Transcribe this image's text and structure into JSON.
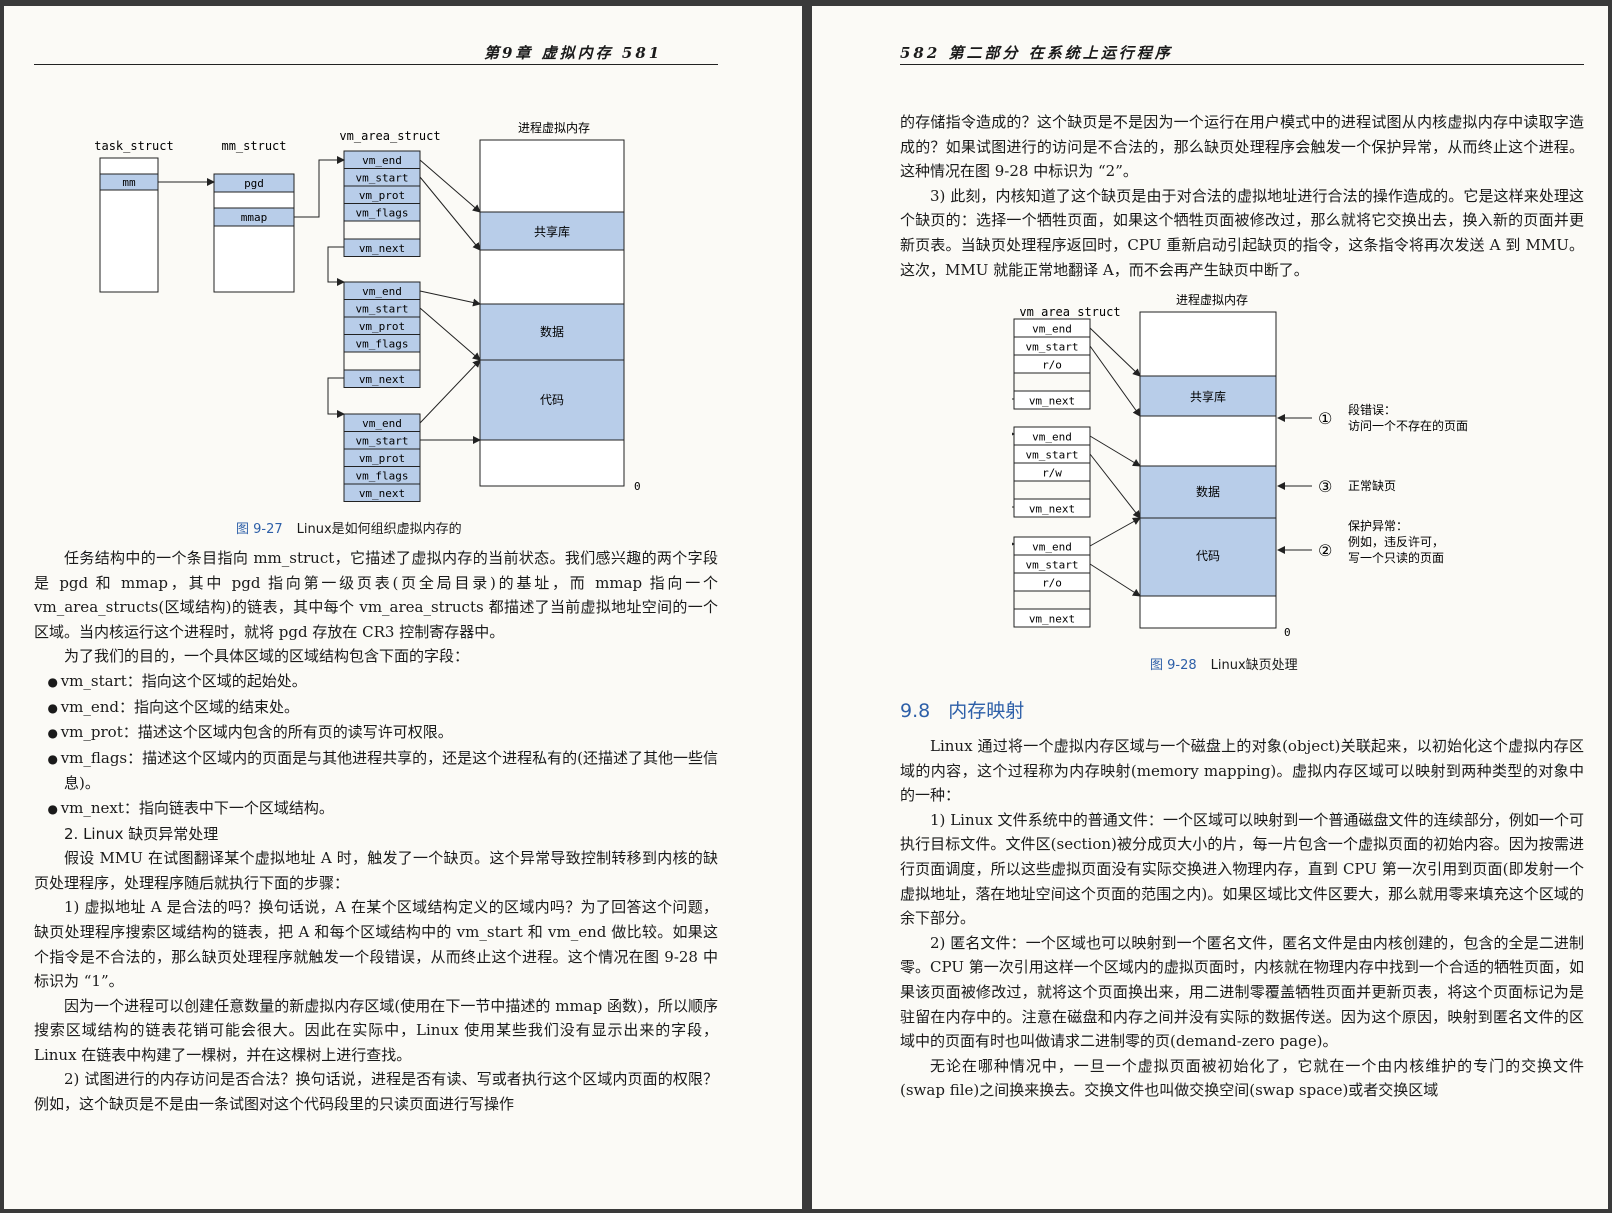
{
  "left_page": {
    "running_head": "第9章  虚拟内存   581",
    "figure": {
      "task_struct_label": "task_struct",
      "mm_struct_label": "mm_struct",
      "vm_area_struct_label": "vm_area_struct",
      "memory_label": "进程虚拟内存",
      "mm_field": "mm",
      "pgd_field": "pgd",
      "mmap_field": "mmap",
      "area_fields": [
        "vm_end",
        "vm_start",
        "vm_prot",
        "vm_flags",
        "vm_next"
      ],
      "segments": [
        "共享库",
        "数据",
        "代码"
      ],
      "zero_label": "0",
      "caption_number": "图 9-27",
      "caption_text": "Linux是如何组织虚拟内存的"
    },
    "paragraphs": [
      "任务结构中的一个条目指向 mm_struct，它描述了虚拟内存的当前状态。我们感兴趣的两个字段是 pgd 和 mmap，其中 pgd 指向第一级页表(页全局目录)的基址，而 mmap 指向一个 vm_area_structs(区域结构)的链表，其中每个 vm_area_structs 都描述了当前虚拟地址空间的一个区域。当内核运行这个进程时，就将 pgd 存放在 CR3 控制寄存器中。",
      "为了我们的目的，一个具体区域的区域结构包含下面的字段："
    ],
    "bullets": [
      "vm_start：指向这个区域的起始处。",
      "vm_end：指向这个区域的结束处。",
      "vm_prot：描述这个区域内包含的所有页的读写许可权限。",
      "vm_flags：描述这个区域内的页面是与其他进程共享的，还是这个进程私有的(还描述了其他一些信息)。",
      "vm_next：指向链表中下一个区域结构。"
    ],
    "subheading": "2. Linux 缺页异常处理",
    "paragraphs2": [
      "假设 MMU 在试图翻译某个虚拟地址 A 时，触发了一个缺页。这个异常导致控制转移到内核的缺页处理程序，处理程序随后就执行下面的步骤：",
      "1) 虚拟地址 A 是合法的吗？换句话说，A 在某个区域结构定义的区域内吗？为了回答这个问题，缺页处理程序搜索区域结构的链表，把 A 和每个区域结构中的 vm_start 和 vm_end 做比较。如果这个指令是不合法的，那么缺页处理程序就触发一个段错误，从而终止这个进程。这个情况在图 9-28 中标识为 “1”。",
      "因为一个进程可以创建任意数量的新虚拟内存区域(使用在下一节中描述的 mmap 函数)，所以顺序搜索区域结构的链表花销可能会很大。因此在实际中，Linux 使用某些我们没有显示出来的字段，Linux 在链表中构建了一棵树，并在这棵树上进行查找。",
      "2) 试图进行的内存访问是否合法？换句话说，进程是否有读、写或者执行这个区域内页面的权限？例如，这个缺页是不是由一条试图对这个代码段里的只读页面进行写操作"
    ]
  },
  "right_page": {
    "running_head": "582   第二部分  在系统上运行程序",
    "paragraphs": [
      "的存储指令造成的？这个缺页是不是因为一个运行在用户模式中的进程试图从内核虚拟内存中读取字造成的？如果试图进行的访问是不合法的，那么缺页处理程序会触发一个保护异常，从而终止这个进程。这种情况在图 9-28 中标识为 “2”。",
      "3) 此刻，内核知道了这个缺页是由于对合法的虚拟地址进行合法的操作造成的。它是这样来处理这个缺页的：选择一个牺牲页面，如果这个牺牲页面被修改过，那么就将它交换出去，换入新的页面并更新页表。当缺页处理程序返回时，CPU 重新启动引起缺页的指令，这条指令将再次发送 A 到 MMU。这次，MMU 就能正常地翻译 A，而不会再产生缺页中断了。"
    ],
    "figure": {
      "vm_area_struct_label": "vm_area_struct",
      "memory_label": "进程虚拟内存",
      "area1_fields": [
        "vm_end",
        "vm_start",
        "r/o",
        "vm_next"
      ],
      "area2_fields": [
        "vm_end",
        "vm_start",
        "r/w",
        "vm_next"
      ],
      "area3_fields": [
        "vm_end",
        "vm_start",
        "r/o",
        "vm_next"
      ],
      "segments": [
        "共享库",
        "数据",
        "代码"
      ],
      "zero_label": "0",
      "note1_num": "①",
      "note1_line1": "段错误：",
      "note1_line2": "访问一个不存在的页面",
      "note3_num": "③",
      "note3_line1": "正常缺页",
      "note2_num": "②",
      "note2_line1": "保护异常：",
      "note2_line2": "例如，违反许可，",
      "note2_line3": "写一个只读的页面",
      "caption_number": "图 9-28",
      "caption_text": "Linux缺页处理"
    },
    "section_number": "9.8",
    "section_title": "内存映射",
    "paragraphs2": [
      "Linux 通过将一个虚拟内存区域与一个磁盘上的对象(object)关联起来，以初始化这个虚拟内存区域的内容，这个过程称为内存映射(memory mapping)。虚拟内存区域可以映射到两种类型的对象中的一种：",
      "1) Linux 文件系统中的普通文件：一个区域可以映射到一个普通磁盘文件的连续部分，例如一个可执行目标文件。文件区(section)被分成页大小的片，每一片包含一个虚拟页面的初始内容。因为按需进行页面调度，所以这些虚拟页面没有实际交换进入物理内存，直到 CPU 第一次引用到页面(即发射一个虚拟地址，落在地址空间这个页面的范围之内)。如果区域比文件区要大，那么就用零来填充这个区域的余下部分。",
      "2) 匿名文件：一个区域也可以映射到一个匿名文件，匿名文件是由内核创建的，包含的全是二进制零。CPU 第一次引用这样一个区域内的虚拟页面时，内核就在物理内存中找到一个合适的牺牲页面，如果该页面被修改过，就将这个页面换出来，用二进制零覆盖牺牲页面并更新页表，将这个页面标记为是驻留在内存中的。注意在磁盘和内存之间并没有实际的数据传送。因为这个原因，映射到匿名文件的区域中的页面有时也叫做请求二进制零的页(demand-zero page)。",
      "无论在哪种情况中，一旦一个虚拟页面被初始化了，它就在一个由内核维护的专门的交换文件(swap file)之间换来换去。交换文件也叫做交换空间(swap space)或者交换区域"
    ]
  },
  "colors": {
    "box_fill": "#b8cde9",
    "accent": "#2d5fa8",
    "paper": "#fbfaf6"
  }
}
